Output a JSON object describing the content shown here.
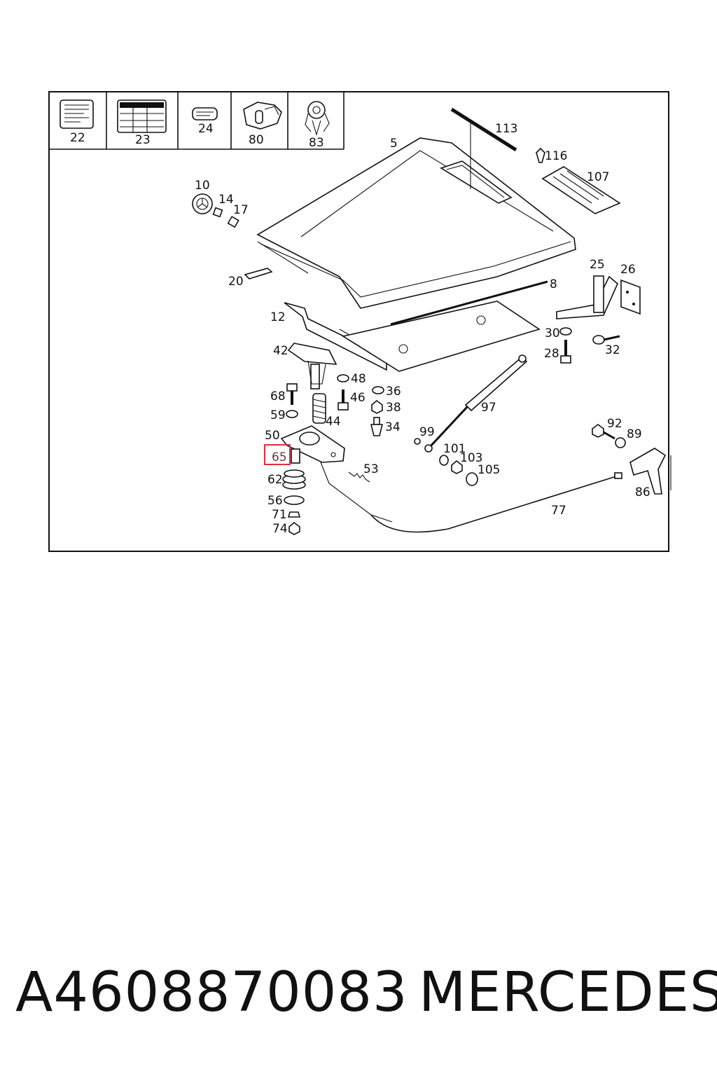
{
  "header_boxes": [
    {
      "number": "22",
      "icon": "label-sticker-icon"
    },
    {
      "number": "23",
      "icon": "info-plate-icon"
    },
    {
      "number": "24",
      "icon": "small-label-icon"
    },
    {
      "number": "80",
      "icon": "bracket-clip-icon"
    },
    {
      "number": "83",
      "icon": "hose-clip-icon"
    }
  ],
  "callouts": {
    "hood": "5",
    "strip": "113",
    "clip": "116",
    "grille": "107",
    "emblem": "10",
    "emblem_nut": "14",
    "emblem_clip": "17",
    "seal_strip": "20",
    "stay_rod": "8",
    "support_rail": "12",
    "hinge": "25",
    "hinge_plate": "26",
    "washer_30": "30",
    "bolt_28": "28",
    "screw_32": "32",
    "latch": "42",
    "bolt_68": "68",
    "washer_59": "59",
    "spring_44": "44",
    "bolt_48": "48",
    "bolt_46": "46",
    "nut_36": "36",
    "nut_38": "38",
    "buffer_34": "34",
    "gas_strut": "97",
    "latch_plate": "50",
    "bushing_65": "65",
    "rubber_62": "62",
    "washer_56": "56",
    "clip_71": "71",
    "nut_74": "74",
    "spring_53": "53",
    "ball_99": "99",
    "washer_101": "101",
    "nut_103": "103",
    "ring_105": "105",
    "bolt_92": "92",
    "washer_89": "89",
    "handle_86": "86",
    "cable_77": "77"
  },
  "highlighted_callout": "65",
  "highlight_color": "#e0303a",
  "footer": {
    "part_number": "A4608870083",
    "brand": "MERCEDES"
  }
}
